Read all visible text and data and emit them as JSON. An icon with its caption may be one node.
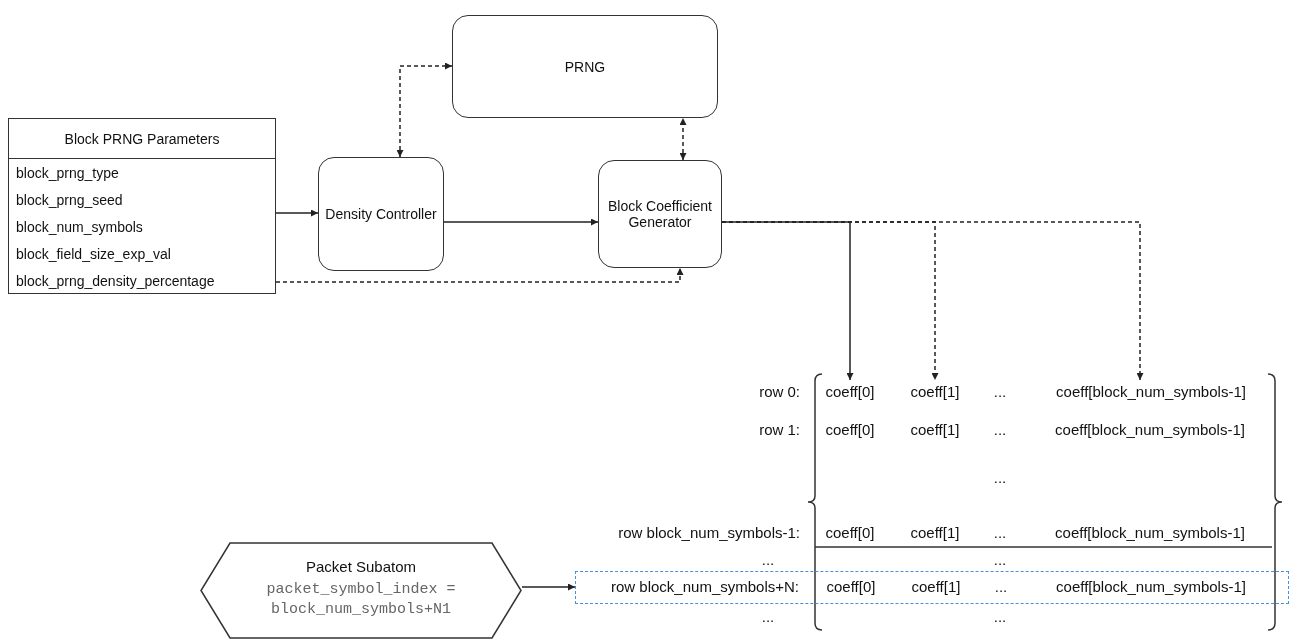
{
  "diagram": {
    "nodes": [
      {
        "text": [
          "PRNG"
        ]
      },
      {
        "text": [
          "Block PRNG Parameters"
        ]
      },
      {
        "text": [
          "block_prng_type"
        ],
        "in": 1
      },
      {
        "text": [
          "block_prng_seed"
        ],
        "in": 1
      },
      {
        "text": [
          "block_num_symbols"
        ],
        "in": 1
      },
      {
        "text": [
          "block_field_size_exp_val"
        ],
        "in": 1
      },
      {
        "text": [
          "block_prng_density_percentage"
        ],
        "in": 1
      },
      {
        "text": [
          "Density Controller"
        ]
      },
      {
        "text": [
          "Block Coefficient Generator"
        ]
      },
      {
        "text": [],
        "shape": "bracket"
      },
      {
        "text": [
          "coeff[0]"
        ],
        "in": 9
      },
      {
        "text": [
          "coeff[1]"
        ],
        "in": 9
      },
      {
        "text": [
          "coeff[block_num_symbols-1]"
        ],
        "in": 9
      },
      {
        "text": [
          "row block_num_symbols+N:",
          "coeff[0]",
          "coeff[1]",
          "...",
          "coeff[block_num_symbols-1]"
        ]
      },
      {
        "text": [
          "Packet Subatom",
          "packet_symbol_index = block_num_symbols+N1"
        ]
      }
    ],
    "edges": [
      {
        "from": 7,
        "to": 0,
        "arrow": "both",
        "style": "dashed"
      },
      {
        "from": 8,
        "to": 0,
        "arrow": "both",
        "style": "dashed"
      },
      {
        "from": 1,
        "to": 7,
        "arrow": "to"
      },
      {
        "from": 7,
        "to": 8,
        "arrow": "to"
      },
      {
        "from": 1,
        "to": 8,
        "arrow": "to",
        "style": "dashed"
      },
      {
        "from": 8,
        "to": 10,
        "arrow": "to"
      },
      {
        "from": 8,
        "to": 11,
        "arrow": "to",
        "style": "dashed"
      },
      {
        "from": 8,
        "to": 12,
        "arrow": "to",
        "style": "dashed"
      },
      {
        "from": 14,
        "to": 13,
        "arrow": "to"
      }
    ],
    "labels": [
      "row 0:",
      "...",
      "row 1:",
      "coeff[0]",
      "coeff[1]",
      "...",
      "coeff[block_num_symbols-1]",
      "...",
      "row block_num_symbols-1:",
      "coeff[0]",
      "coeff[1]",
      "...",
      "coeff[block_num_symbols-1]",
      "...",
      "...",
      "...",
      "..."
    ]
  }
}
